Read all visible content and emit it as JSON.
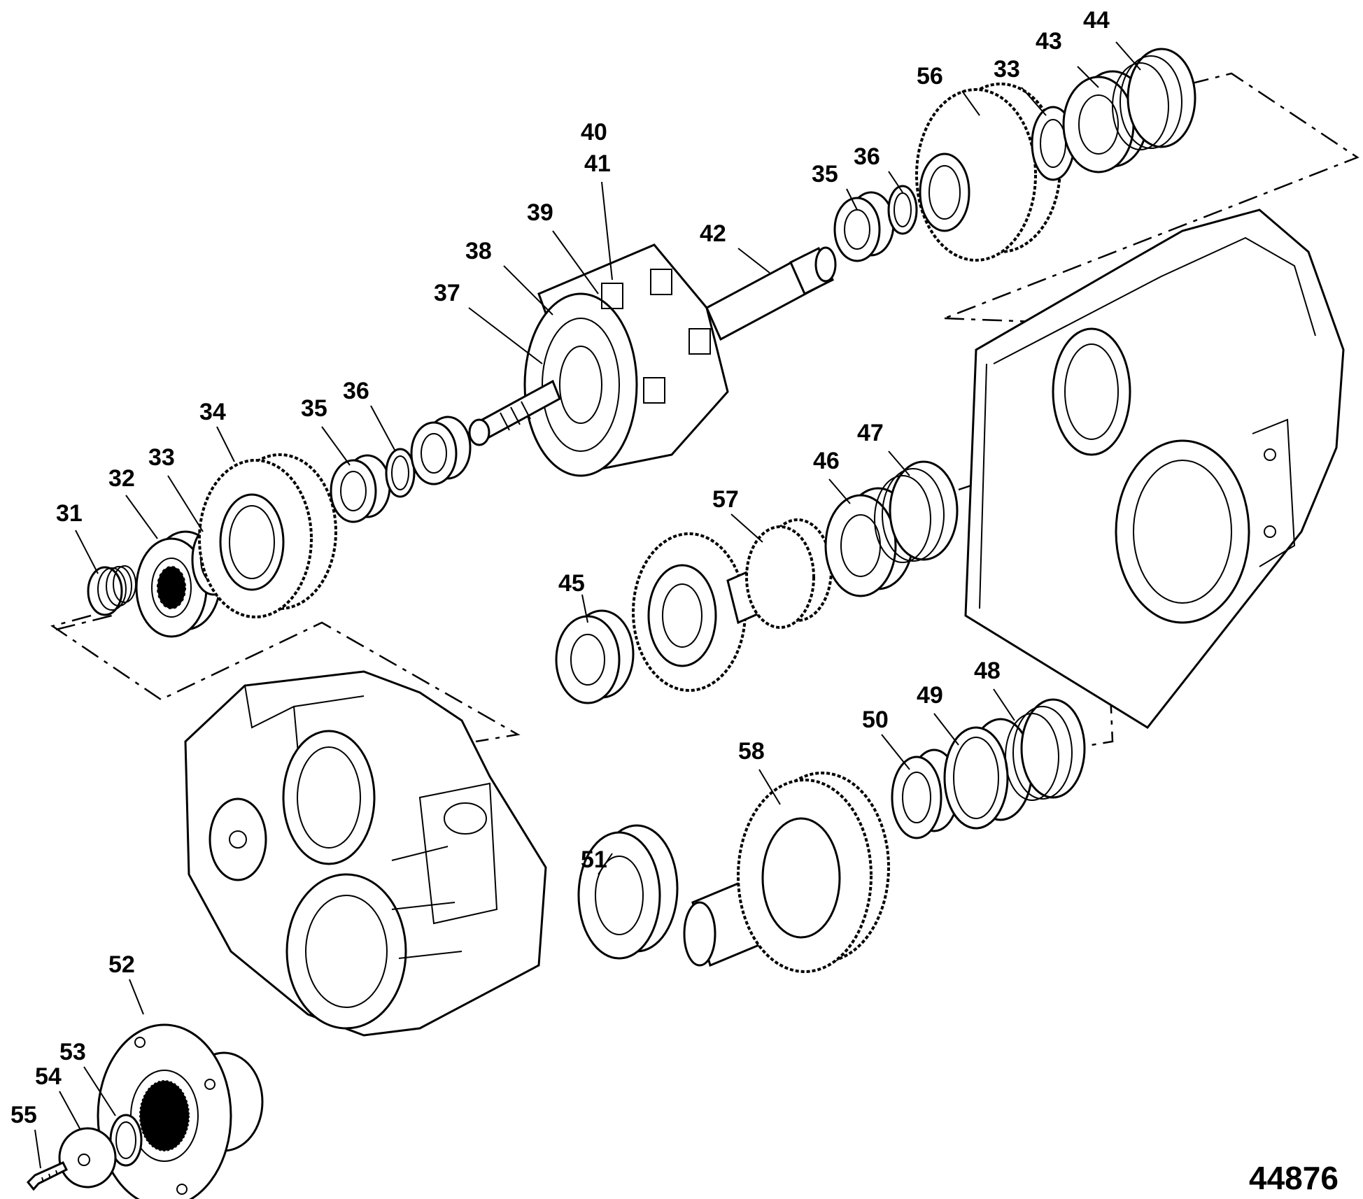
{
  "figure_number": "44876",
  "callouts": [
    {
      "id": "31",
      "label": "31"
    },
    {
      "id": "32",
      "label": "32"
    },
    {
      "id": "33a",
      "label": "33"
    },
    {
      "id": "34",
      "label": "34"
    },
    {
      "id": "35a",
      "label": "35"
    },
    {
      "id": "36a",
      "label": "36"
    },
    {
      "id": "37",
      "label": "37"
    },
    {
      "id": "38",
      "label": "38"
    },
    {
      "id": "39",
      "label": "39"
    },
    {
      "id": "40",
      "label": "40"
    },
    {
      "id": "41",
      "label": "41"
    },
    {
      "id": "42",
      "label": "42"
    },
    {
      "id": "35b",
      "label": "35"
    },
    {
      "id": "36b",
      "label": "36"
    },
    {
      "id": "56",
      "label": "56"
    },
    {
      "id": "33b",
      "label": "33"
    },
    {
      "id": "43",
      "label": "43"
    },
    {
      "id": "44",
      "label": "44"
    },
    {
      "id": "45",
      "label": "45"
    },
    {
      "id": "57",
      "label": "57"
    },
    {
      "id": "46",
      "label": "46"
    },
    {
      "id": "47",
      "label": "47"
    },
    {
      "id": "58",
      "label": "58"
    },
    {
      "id": "50",
      "label": "50"
    },
    {
      "id": "49",
      "label": "49"
    },
    {
      "id": "48",
      "label": "48"
    },
    {
      "id": "51",
      "label": "51"
    },
    {
      "id": "52",
      "label": "52"
    },
    {
      "id": "53",
      "label": "53"
    },
    {
      "id": "54",
      "label": "54"
    },
    {
      "id": "55",
      "label": "55"
    }
  ]
}
